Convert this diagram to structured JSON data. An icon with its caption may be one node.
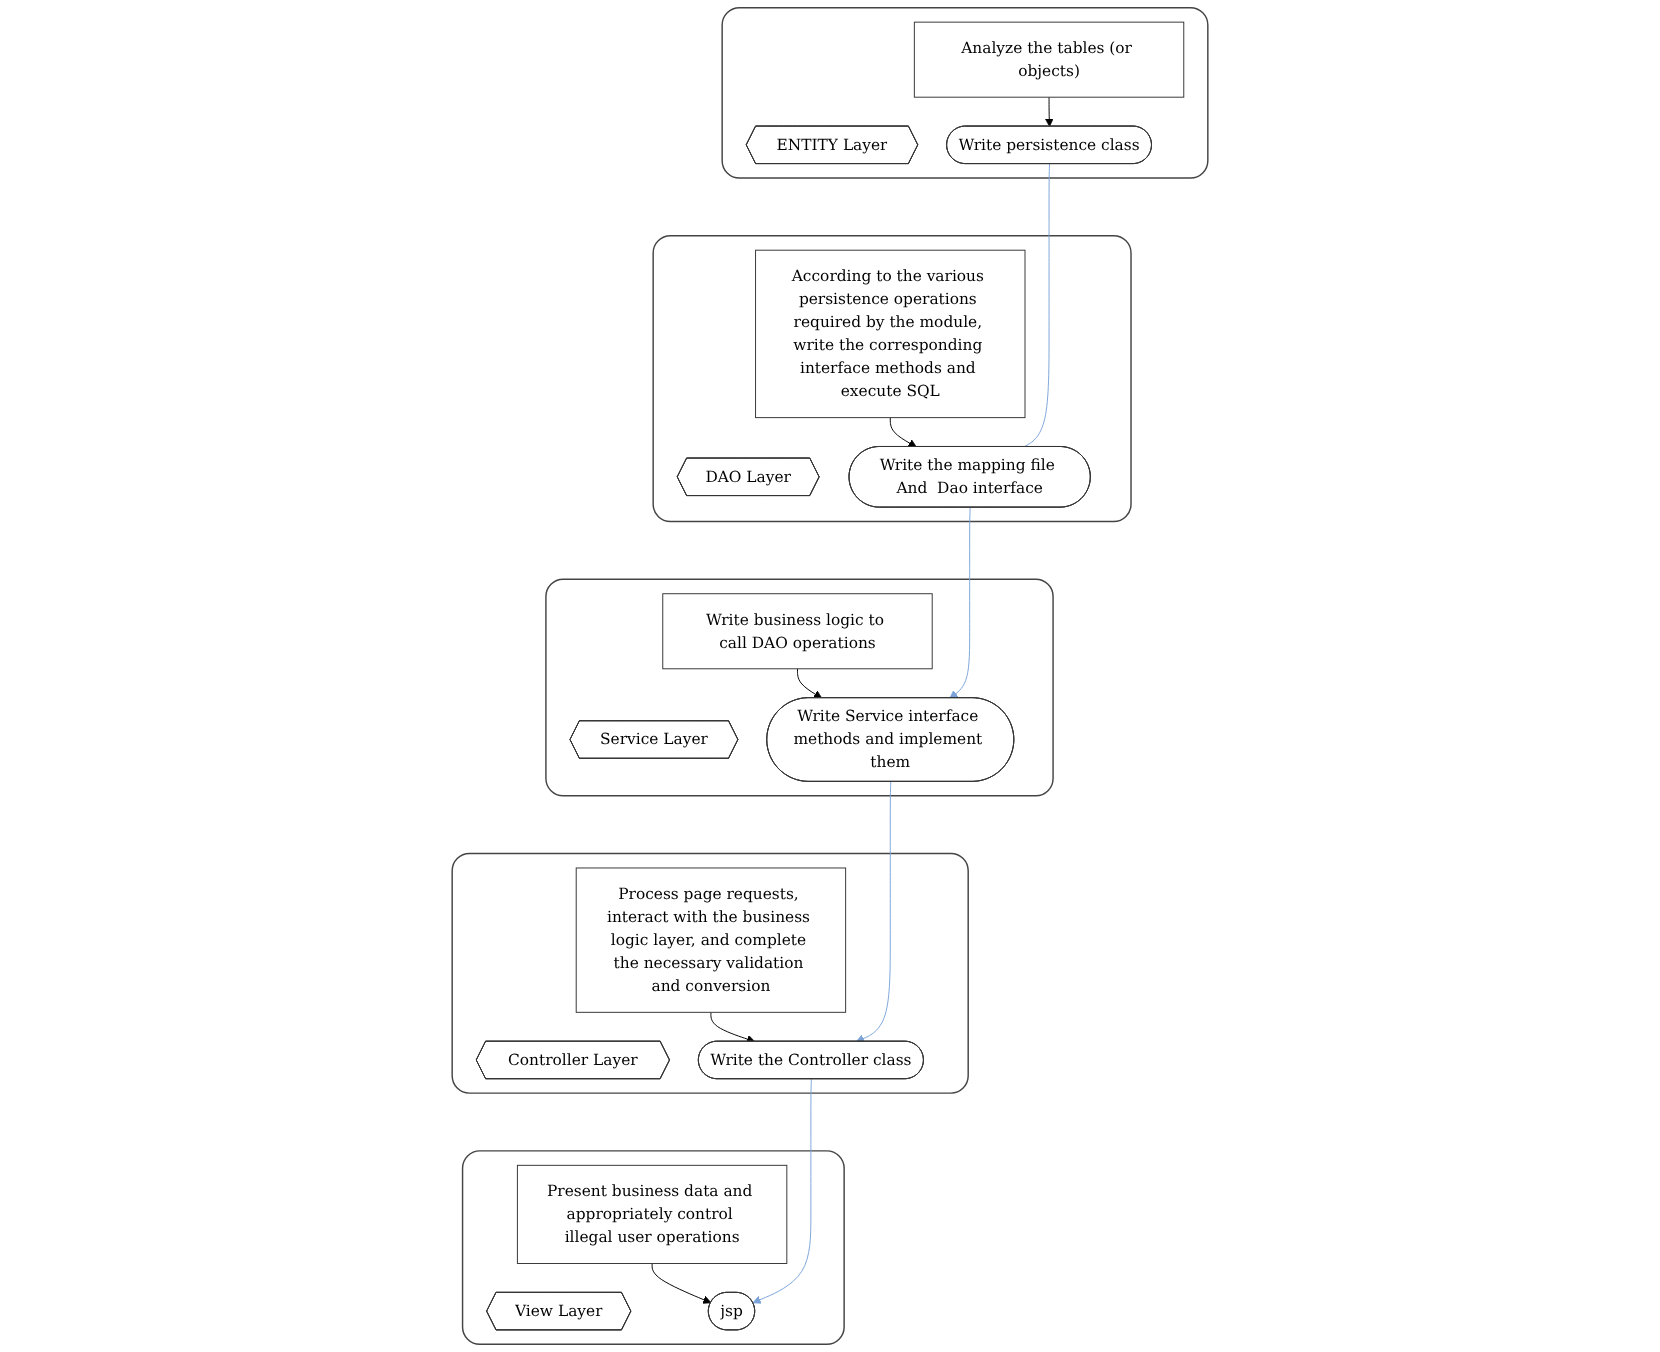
{
  "diagram": {
    "nodes": [
      {
        "text": [],
        "shape": "box"
      },
      {
        "text": [
          "ENTITY Layer"
        ],
        "in": 0
      },
      {
        "text": [
          "Write persistence class"
        ],
        "in": 0
      },
      {
        "text": [
          "Analyze the tables (or objects)"
        ],
        "in": 0
      },
      {
        "text": [],
        "shape": "box"
      },
      {
        "text": [
          "DAO Layer"
        ],
        "in": 4
      },
      {
        "text": [
          "Write the mapping file And  Dao interface"
        ],
        "in": 4
      },
      {
        "text": [
          "According to the various persistence operations required by the module, write the corresponding interface methods and execute SQL"
        ],
        "in": 4
      },
      {
        "text": [],
        "shape": "box"
      },
      {
        "text": [
          "Service Layer"
        ],
        "in": 8
      },
      {
        "text": [
          "Write Service interface methods and implement them"
        ],
        "in": 8
      },
      {
        "text": [
          "Write business logic to call DAO operations"
        ],
        "in": 8
      },
      {
        "text": [],
        "shape": "box"
      },
      {
        "text": [
          "Controller Layer"
        ],
        "in": 12
      },
      {
        "text": [
          "Write the Controller class"
        ],
        "in": 12
      },
      {
        "text": [
          "Process page requests, interact with the business logic layer, and complete the necessary validation and conversion"
        ],
        "in": 12
      },
      {
        "text": [],
        "shape": "box"
      },
      {
        "text": [
          "View Layer"
        ],
        "in": 16
      },
      {
        "text": [
          "jsp"
        ],
        "in": 16
      },
      {
        "text": [
          "Present business data and appropriately control illegal user operations"
        ],
        "in": 16
      }
    ],
    "edges": [
      {
        "from": 3,
        "to": 2,
        "arrow": "to"
      },
      {
        "from": 7,
        "to": 6,
        "arrow": "to"
      },
      {
        "from": 11,
        "to": 10,
        "arrow": "to"
      },
      {
        "from": 15,
        "to": 14,
        "arrow": "to"
      },
      {
        "from": 19,
        "to": 18,
        "arrow": "to"
      },
      {
        "from": 2,
        "to": 6,
        "arrow": "none",
        "color": "#7ba3d8"
      },
      {
        "from": 6,
        "to": 10,
        "arrow": "to",
        "color": "#7ba3d8"
      },
      {
        "from": 10,
        "to": 14,
        "arrow": "to",
        "color": "#7ba3d8"
      },
      {
        "from": 14,
        "to": 18,
        "arrow": "to",
        "color": "#7ba3d8"
      }
    ]
  }
}
